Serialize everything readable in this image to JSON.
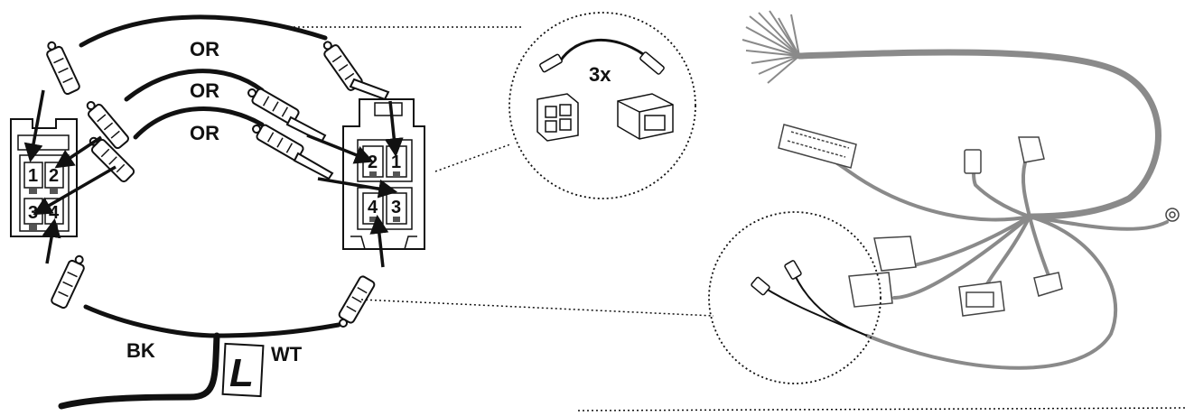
{
  "wires": {
    "orange_1": "OR",
    "orange_2": "OR",
    "orange_3": "OR",
    "black": "BK",
    "white": "WT"
  },
  "left_connector": {
    "pins": [
      "1",
      "2",
      "3",
      "4"
    ]
  },
  "right_connector": {
    "pins": [
      "2",
      "1",
      "4",
      "3"
    ]
  },
  "harness_tag": "L",
  "kit": {
    "quantity": "3x"
  },
  "colors": {
    "line": "#111111",
    "harness": "#8a8a8a",
    "connector_fill": "#ffffff",
    "contact": "#555555"
  }
}
